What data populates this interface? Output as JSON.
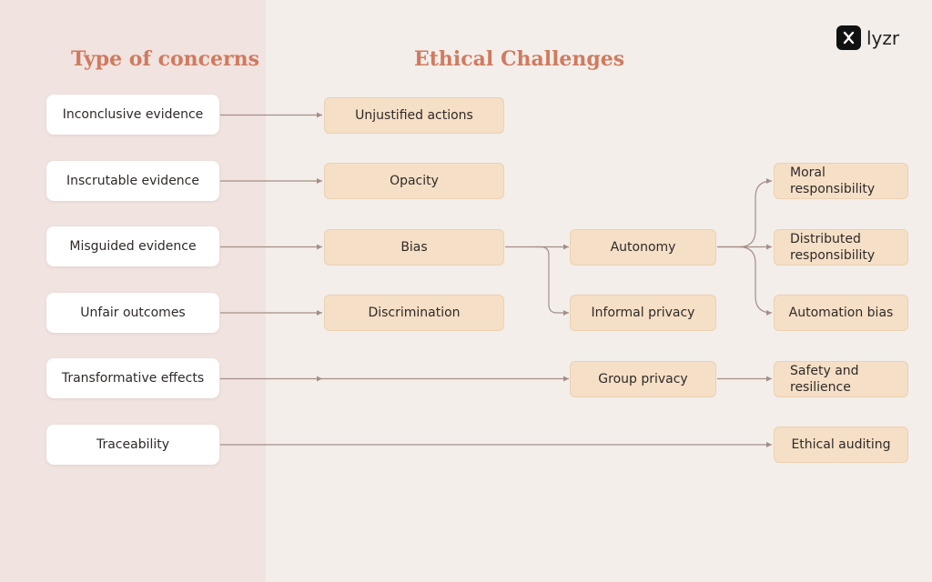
{
  "headings": {
    "concerns": "Type of concerns",
    "challenges": "Ethical Challenges"
  },
  "logo": {
    "text": "lyzr",
    "icon": "lyzr-logo-icon"
  },
  "concerns": [
    "Inconclusive evidence",
    "Inscrutable evidence",
    "Misguided evidence",
    "Unfair outcomes",
    "Transformative effects",
    "Traceability"
  ],
  "challenges": {
    "unjustified_actions": "Unjustified actions",
    "opacity": "Opacity",
    "bias": "Bias",
    "discrimination": "Discrimination",
    "autonomy": "Autonomy",
    "informal_privacy": "Informal privacy",
    "group_privacy": "Group privacy",
    "moral_responsibility": "Moral responsibility",
    "distributed_responsibility": "Distributed responsibility",
    "automation_bias": "Automation bias",
    "safety_and_resilience": "Safety and resilience",
    "ethical_auditing": "Ethical auditing"
  },
  "colors": {
    "heading": "#d07a5f",
    "challenge_fill": "#f5dfc6",
    "connector": "#a48e86",
    "left_panel": "#f1e3df",
    "background": "#f3eeea"
  }
}
